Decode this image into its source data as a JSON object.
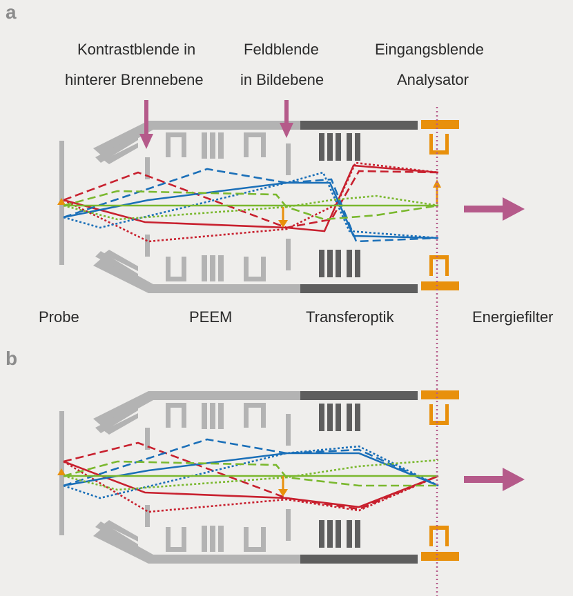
{
  "panels": [
    {
      "letter": "a"
    },
    {
      "letter": "b"
    }
  ],
  "labels": {
    "contrast_aperture_line1": "Kontrastblende in",
    "contrast_aperture_line2": "hinterer Brennebene",
    "field_aperture_line1": "Feldblende",
    "field_aperture_line2": "in Bildebene",
    "entrance_aperture_line1": "Eingangsblende",
    "entrance_aperture_line2": "Analysator"
  },
  "sections": {
    "sample": "Probe",
    "peem": "PEEM",
    "transfer": "Transferoptik",
    "energy_filter": "Energiefilter"
  },
  "colors": {
    "background": "#efeeec",
    "optics_light": "#b3b3b3",
    "optics_dark": "#5e5e5e",
    "aperture_orange": "#e8900c",
    "pointer_magenta": "#b55a8a",
    "ray_red": "#c8202e",
    "ray_blue": "#1a6fb8",
    "ray_green": "#7ab82e"
  },
  "icons": {
    "pointer": "arrow-down-icon",
    "beam_exit": "arrow-right-icon",
    "image_point": "arrow-up-icon"
  }
}
